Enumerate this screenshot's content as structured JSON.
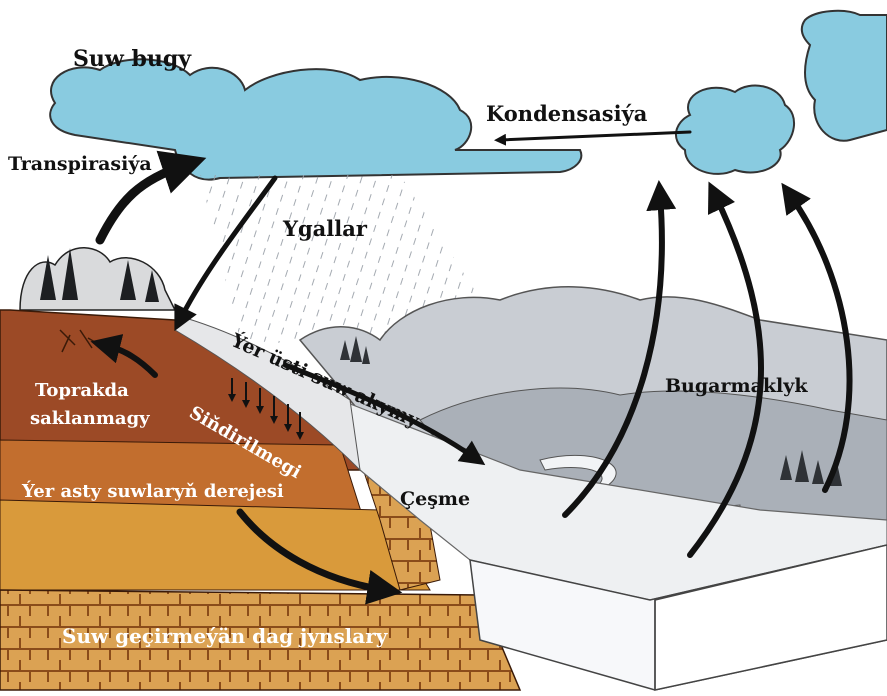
{
  "diagram": {
    "labels": {
      "water_vapor": "Suw bugy",
      "condensation": "Kondensasiýa",
      "transpiration": "Transpirasiýa",
      "precipitation": "Ygallar",
      "soil_storage_line1": "Toprakda",
      "soil_storage_line2": "saklanmagy",
      "infiltration": "Siňdirilmegi",
      "surface_runoff": "Ýer üsti suw akymy",
      "groundwater_level": "Ýer asty suwlaryň derejesi",
      "spring": "Çeşme",
      "evaporation": "Bugarmaklyk",
      "impermeable_rock": "Suw geçirmeýän dag jynslary"
    },
    "colors": {
      "cloud": "#89cbe0",
      "soil_top": "#9c4a26",
      "soil_mid": "#c26e2e",
      "soil_deep": "#d99a3b",
      "rock": "#e0a85a",
      "water": "#f4f6f8",
      "arrow": "#111111"
    }
  }
}
